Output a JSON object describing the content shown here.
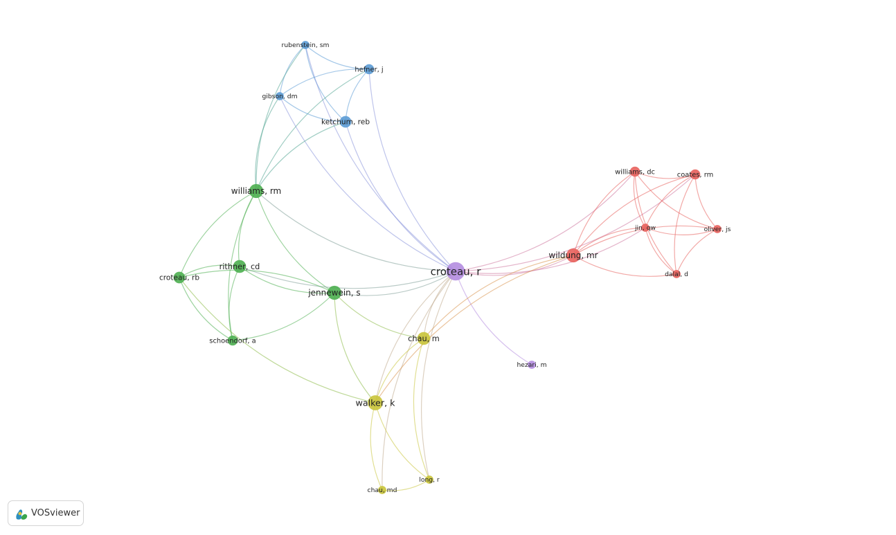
{
  "network": {
    "clusters": {
      "red": "#e8605c",
      "green": "#4caf50",
      "blue": "#5b9bd5",
      "yellow": "#c9c43a",
      "purple": "#b48de0"
    },
    "nodes": [
      {
        "id": "croteau_r",
        "label": "croteau, r",
        "cluster": "purple",
        "weight": 10
      },
      {
        "id": "hezari_m",
        "label": "hezari, m",
        "cluster": "purple",
        "weight": 1
      },
      {
        "id": "williams_rm",
        "label": "williams, rm",
        "cluster": "green",
        "weight": 5
      },
      {
        "id": "rithner_cd",
        "label": "rithner, cd",
        "cluster": "green",
        "weight": 4
      },
      {
        "id": "jennewein_s",
        "label": "jennewein, s",
        "cluster": "green",
        "weight": 5
      },
      {
        "id": "croteau_rb",
        "label": "croteau, rb",
        "cluster": "green",
        "weight": 3
      },
      {
        "id": "schoendorf_a",
        "label": "schoendorf, a",
        "cluster": "green",
        "weight": 2
      },
      {
        "id": "rubenstein_sm",
        "label": "rubenstein, sm",
        "cluster": "blue",
        "weight": 1
      },
      {
        "id": "hefner_j",
        "label": "hefner, j",
        "cluster": "blue",
        "weight": 2
      },
      {
        "id": "gibson_dm",
        "label": "gibson, dm",
        "cluster": "blue",
        "weight": 1
      },
      {
        "id": "ketchum_reb",
        "label": "ketchum, reb",
        "cluster": "blue",
        "weight": 3
      },
      {
        "id": "williams_dc",
        "label": "williams, dc",
        "cluster": "red",
        "weight": 2
      },
      {
        "id": "coates_rm",
        "label": "coates, rm",
        "cluster": "red",
        "weight": 2
      },
      {
        "id": "jin_qw",
        "label": "jin, qw",
        "cluster": "red",
        "weight": 1
      },
      {
        "id": "oliver_js",
        "label": "oliver, js",
        "cluster": "red",
        "weight": 1
      },
      {
        "id": "wildung_mr",
        "label": "wildung, mr",
        "cluster": "red",
        "weight": 5
      },
      {
        "id": "dalal_d",
        "label": "dalal, d",
        "cluster": "red",
        "weight": 1
      },
      {
        "id": "chau_m",
        "label": "chau, m",
        "cluster": "yellow",
        "weight": 4
      },
      {
        "id": "walker_k",
        "label": "walker, k",
        "cluster": "yellow",
        "weight": 6
      },
      {
        "id": "chau_md",
        "label": "chau, md",
        "cluster": "yellow",
        "weight": 1
      },
      {
        "id": "long_r",
        "label": "long, r",
        "cluster": "yellow",
        "weight": 1
      }
    ],
    "edges": [
      [
        "rubenstein_sm",
        "hefner_j"
      ],
      [
        "rubenstein_sm",
        "gibson_dm"
      ],
      [
        "rubenstein_sm",
        "ketchum_reb"
      ],
      [
        "rubenstein_sm",
        "williams_rm"
      ],
      [
        "rubenstein_sm",
        "croteau_r"
      ],
      [
        "hefner_j",
        "gibson_dm"
      ],
      [
        "hefner_j",
        "ketchum_reb"
      ],
      [
        "hefner_j",
        "williams_rm"
      ],
      [
        "hefner_j",
        "croteau_r"
      ],
      [
        "gibson_dm",
        "ketchum_reb"
      ],
      [
        "gibson_dm",
        "williams_rm"
      ],
      [
        "gibson_dm",
        "croteau_r"
      ],
      [
        "ketchum_reb",
        "williams_rm"
      ],
      [
        "ketchum_reb",
        "croteau_r"
      ],
      [
        "williams_rm",
        "croteau_r"
      ],
      [
        "williams_rm",
        "rithner_cd"
      ],
      [
        "williams_rm",
        "jennewein_s"
      ],
      [
        "williams_rm",
        "croteau_rb"
      ],
      [
        "williams_rm",
        "schoendorf_a"
      ],
      [
        "rithner_cd",
        "croteau_r"
      ],
      [
        "rithner_cd",
        "jennewein_s"
      ],
      [
        "rithner_cd",
        "croteau_rb"
      ],
      [
        "rithner_cd",
        "schoendorf_a"
      ],
      [
        "jennewein_s",
        "croteau_r"
      ],
      [
        "jennewein_s",
        "walker_k"
      ],
      [
        "jennewein_s",
        "chau_m"
      ],
      [
        "jennewein_s",
        "croteau_rb"
      ],
      [
        "croteau_rb",
        "schoendorf_a"
      ],
      [
        "croteau_rb",
        "walker_k"
      ],
      [
        "schoendorf_a",
        "jennewein_s"
      ],
      [
        "croteau_r",
        "wildung_mr"
      ],
      [
        "croteau_r",
        "williams_dc"
      ],
      [
        "croteau_r",
        "coates_rm"
      ],
      [
        "croteau_r",
        "jin_qw"
      ],
      [
        "croteau_r",
        "chau_m"
      ],
      [
        "croteau_r",
        "walker_k"
      ],
      [
        "croteau_r",
        "hezari_m"
      ],
      [
        "croteau_r",
        "long_r"
      ],
      [
        "croteau_r",
        "chau_md"
      ],
      [
        "williams_dc",
        "coates_rm"
      ],
      [
        "williams_dc",
        "jin_qw"
      ],
      [
        "williams_dc",
        "oliver_js"
      ],
      [
        "williams_dc",
        "wildung_mr"
      ],
      [
        "williams_dc",
        "dalal_d"
      ],
      [
        "coates_rm",
        "jin_qw"
      ],
      [
        "coates_rm",
        "oliver_js"
      ],
      [
        "coates_rm",
        "wildung_mr"
      ],
      [
        "coates_rm",
        "dalal_d"
      ],
      [
        "jin_qw",
        "oliver_js"
      ],
      [
        "jin_qw",
        "dalal_d"
      ],
      [
        "jin_qw",
        "wildung_mr"
      ],
      [
        "oliver_js",
        "wildung_mr"
      ],
      [
        "oliver_js",
        "dalal_d"
      ],
      [
        "wildung_mr",
        "dalal_d"
      ],
      [
        "wildung_mr",
        "walker_k"
      ],
      [
        "wildung_mr",
        "chau_m"
      ],
      [
        "chau_m",
        "walker_k"
      ],
      [
        "chau_m",
        "long_r"
      ],
      [
        "walker_k",
        "chau_md"
      ],
      [
        "walker_k",
        "long_r"
      ],
      [
        "chau_md",
        "long_r"
      ]
    ]
  },
  "logo": {
    "label": "VOSviewer",
    "icon": "vosviewer-logo-icon"
  }
}
